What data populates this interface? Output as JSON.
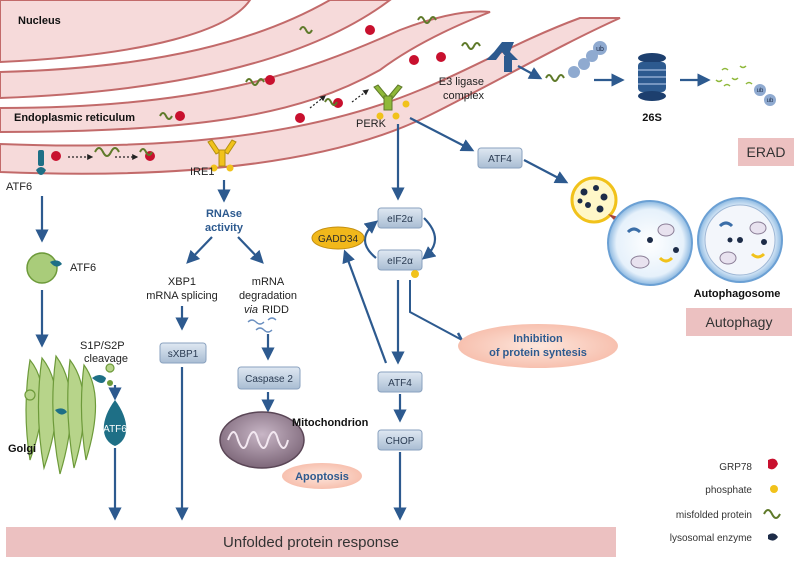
{
  "labels": {
    "nucleus": "Nucleus",
    "er": "Endoplasmic reticulum",
    "atf6_er": "ATF6",
    "atf6_vesicle": "ATF6",
    "atf6_cleaved": "ATF6",
    "s1p_s2p_1": "S1P/S2P",
    "s1p_s2p_2": "cleavage",
    "golgi": "Golgi",
    "ire1": "IRE1",
    "rnase_1": "RNAse",
    "rnase_2": "activity",
    "xbp1_1": "XBP1",
    "xbp1_2": "mRNA  splicing",
    "sxbp1": "sXBP1",
    "ridd_1": "mRNA",
    "ridd_2": "degradation",
    "ridd_3": "via",
    "ridd_4": "RIDD",
    "caspase": "Caspase 2",
    "mitochondrion": "Mitochondrion",
    "apoptosis": "Apoptosis",
    "perk": "PERK",
    "eif2a_top": "eIF2α",
    "eif2a_bottom": "eIF2α",
    "gadd34": "GADD34",
    "atf4_lower": "ATF4",
    "chop": "CHOP",
    "inhibition_1": "Inhibition",
    "inhibition_2": "of protein syntesis",
    "atf4_upper": "ATF4",
    "e3_1": "E3 ligase",
    "e3_2": "complex",
    "ub1": "ub",
    "ub2": "ub",
    "ub3": "ub",
    "proteasome": "26S",
    "erad": "ERAD",
    "autophagosome": "Autophagosome",
    "autophagy": "Autophagy",
    "upr": "Unfolded protein response"
  },
  "legend": [
    {
      "label": "GRP78",
      "icon": "grp78-icon"
    },
    {
      "label": "phosphate",
      "icon": "phosphate-icon"
    },
    {
      "label": "misfolded protein",
      "icon": "misfolded-protein-icon"
    },
    {
      "label": "lysosomal enzyme",
      "icon": "lysosomal-enzyme-icon"
    }
  ],
  "colors": {
    "arrow": "#2d5a8f",
    "grp78": "#c8102e",
    "phosphate": "#f1c21b",
    "misfolded": "#5f7a2a",
    "receptor": "#8fb83a",
    "teal": "#1e6f86",
    "er_membrane": "#d27a7a",
    "pink_panel": "#ecc1c1",
    "box": "#b8c9dc"
  }
}
